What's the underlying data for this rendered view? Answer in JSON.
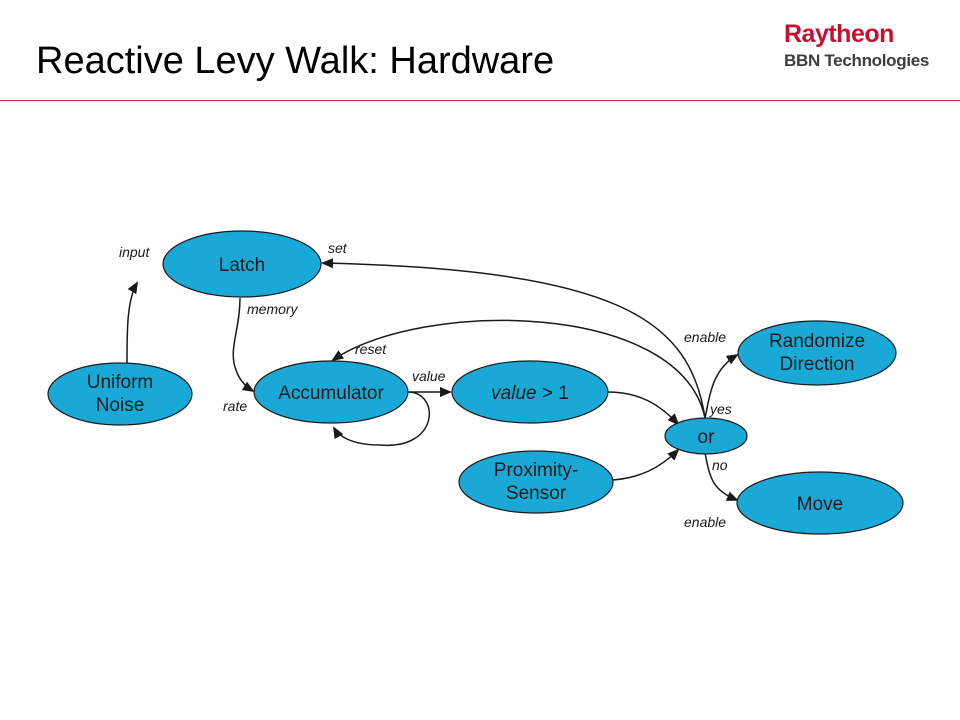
{
  "slide": {
    "title": "Reactive Levy Walk: Hardware"
  },
  "logo": {
    "brand": "Raytheon",
    "sub": "BBN Technologies",
    "brand_color": "#c8102e"
  },
  "colors": {
    "node_fill": "#1aa8d6",
    "rule": "#b8313a"
  },
  "diagram": {
    "nodes": {
      "latch": [
        "Latch"
      ],
      "uniform_noise": [
        "Uniform",
        "Noise"
      ],
      "accumulator": [
        "Accumulator"
      ],
      "value_cmp_var": "value",
      "value_cmp_rest": " > 1",
      "proximity": [
        "Proximity-",
        "Sensor"
      ],
      "or": [
        "or"
      ],
      "randomize": [
        "Randomize",
        "Direction"
      ],
      "move": [
        "Move"
      ]
    },
    "edge_labels": {
      "input": "input",
      "set": "set",
      "memory": "memory",
      "rate": "rate",
      "reset": "reset",
      "value": "value",
      "enable_top": "enable",
      "yes": "yes",
      "no": "no",
      "enable_bottom": "enable"
    }
  }
}
